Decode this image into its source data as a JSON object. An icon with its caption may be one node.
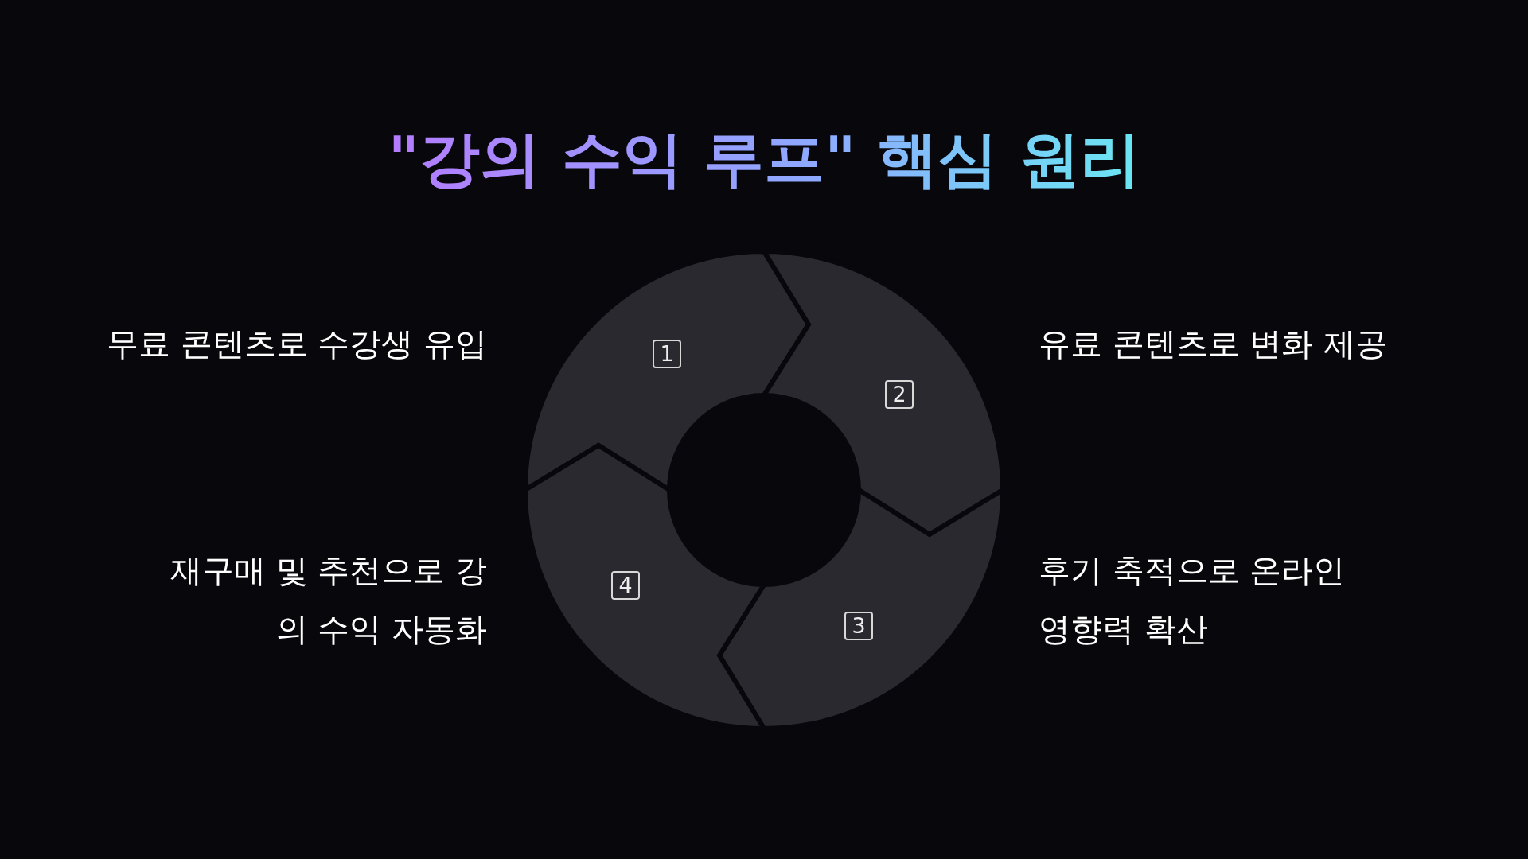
{
  "diagram": {
    "title": "\"강의 수익 루프\" 핵심 원리",
    "nodes": [
      {
        "text": [
          "1"
        ],
        "beside": [
          "무료 콘텐츠로 수강생 유입"
        ]
      },
      {
        "text": [
          "2"
        ],
        "beside": [
          "유료 콘텐츠로 변화 제공"
        ]
      },
      {
        "text": [
          "3"
        ],
        "beside": [
          "후기 축적으로 온라인 영향력 확산"
        ]
      },
      {
        "text": [
          "4"
        ],
        "beside": [
          "재구매 및 추천으로 강의 수익 자동화"
        ]
      }
    ]
  }
}
